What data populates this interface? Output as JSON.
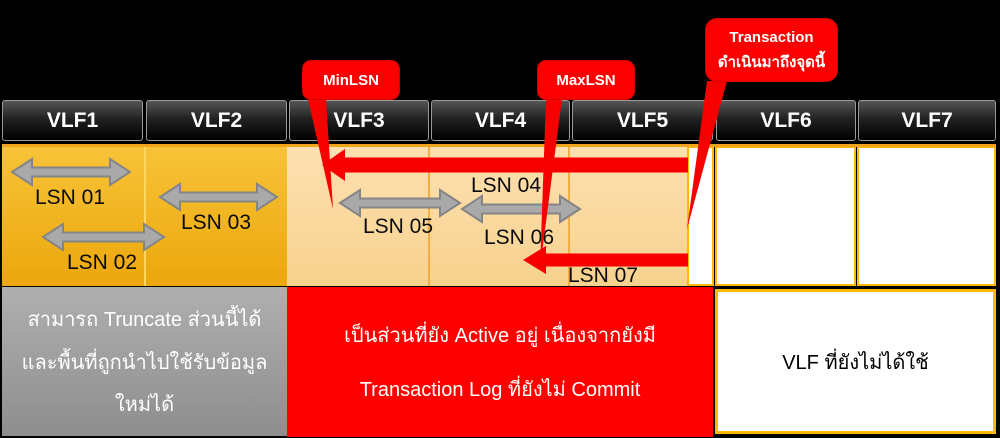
{
  "colors": {
    "background": "#000000",
    "accent_red": "#FF0000",
    "gold_fill": "#F2B51D",
    "light_orange_fill": "#FBD99E",
    "border_orange": "#FFB900",
    "gray_fill": "#9E9E9E",
    "arrow_gray": "#A9A9A9"
  },
  "vlf_headers": [
    "VLF1",
    "VLF2",
    "VLF3",
    "VLF4",
    "VLF5",
    "VLF6",
    "VLF7"
  ],
  "lsn_markers": [
    "LSN 01",
    "LSN 02",
    "LSN 03",
    "LSN 04",
    "LSN 05",
    "LSN 06",
    "LSN 07"
  ],
  "callouts": {
    "min_lsn": {
      "label": "MinLSN"
    },
    "max_lsn": {
      "label": "MaxLSN"
    },
    "transaction": {
      "line1": "Transaction",
      "line2": "ดำเนินมาถึงจุดนี้"
    }
  },
  "regions": {
    "truncatable": {
      "line1": "สามารถ Truncate ส่วนนี้ได้",
      "line2": "และพื้นที่ถูกนำไปใช้รับข้อมูล",
      "line3": "ใหม่ได้"
    },
    "active": {
      "line1": "เป็นส่วนที่ยัง Active อยู่ เนื่องจากยังมี",
      "line2": "Transaction Log ที่ยังไม่ Commit"
    },
    "unused": {
      "label": "VLF ที่ยังไม่ได้ใช้"
    }
  }
}
